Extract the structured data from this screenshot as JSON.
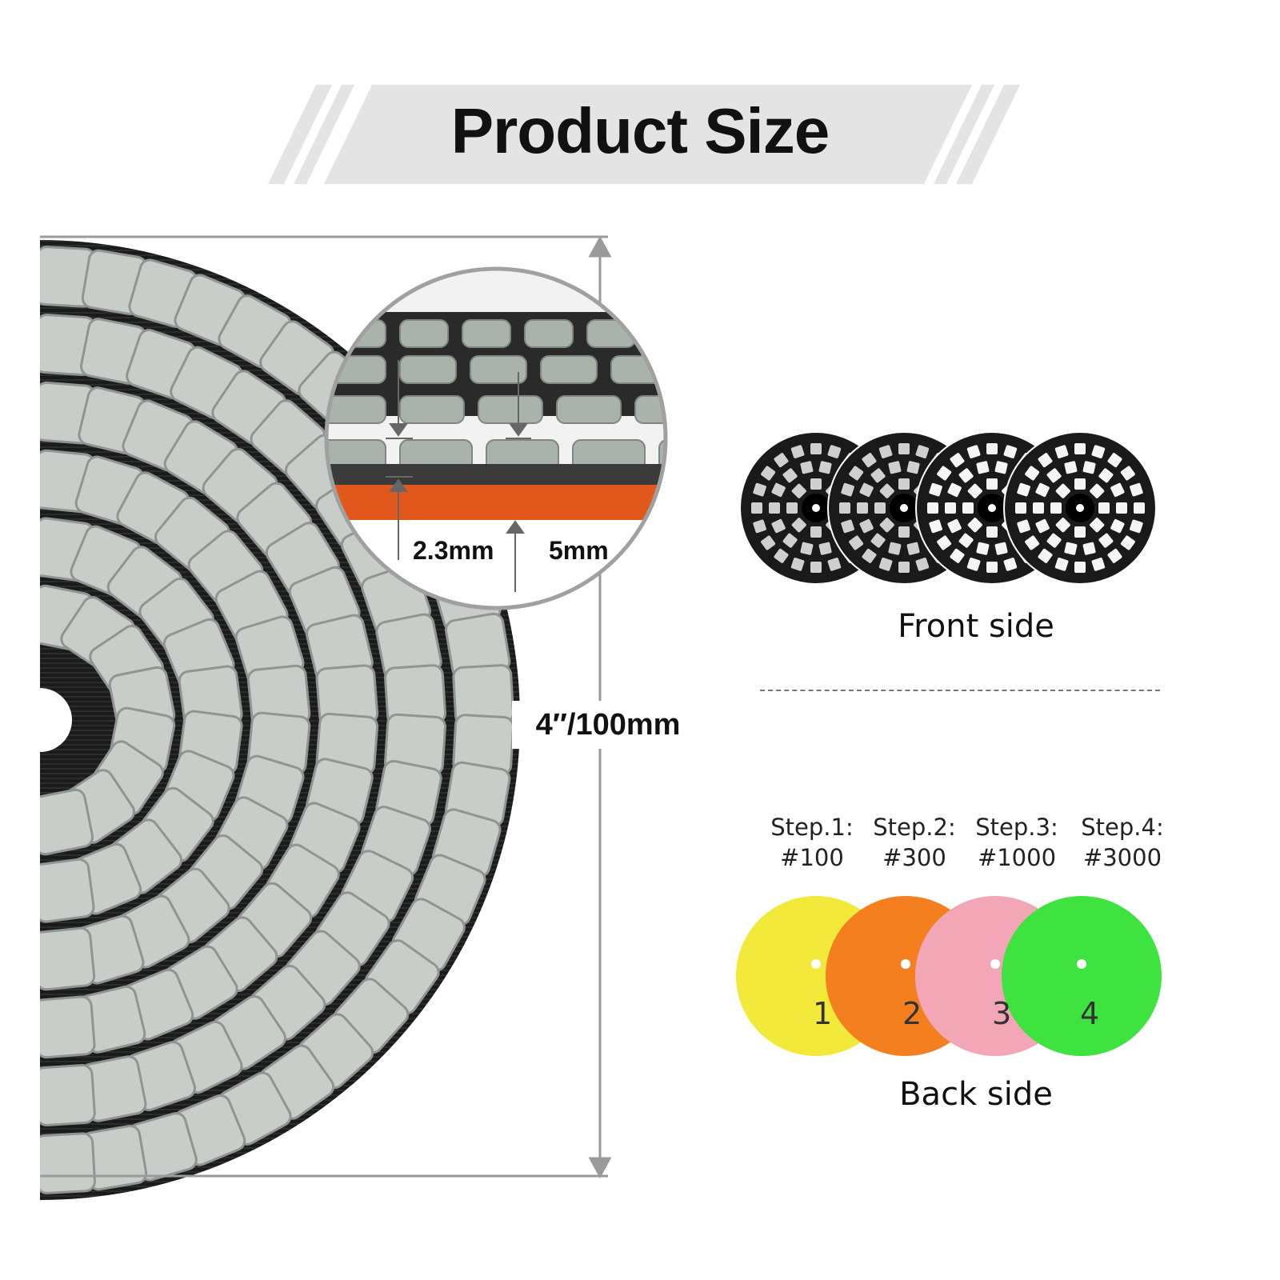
{
  "banner": {
    "title": "Product Size"
  },
  "dimension": {
    "label": "4″/100mm"
  },
  "zoom": {
    "label_a": "2.3mm",
    "label_b": "5mm"
  },
  "front": {
    "label": "Front side"
  },
  "steps": [
    {
      "step": "Step.1:",
      "grit": "#100"
    },
    {
      "step": "Step.2:",
      "grit": "#300"
    },
    {
      "step": "Step.3:",
      "grit": "#1000"
    },
    {
      "step": "Step.4:",
      "grit": "#3000"
    }
  ],
  "back": {
    "label": "Back side",
    "discs": [
      {
        "number": "1",
        "color": "#f2e93a"
      },
      {
        "number": "2",
        "color": "#f47f1e"
      },
      {
        "number": "3",
        "color": "#f2a6b6"
      },
      {
        "number": "4",
        "color": "#3ee33f"
      }
    ]
  },
  "colors": {
    "banner_bg": "#e6e6e6",
    "pad_base": "#1a1a1a",
    "pad_segment": "#c9cdca",
    "backing": "#e2571b"
  }
}
